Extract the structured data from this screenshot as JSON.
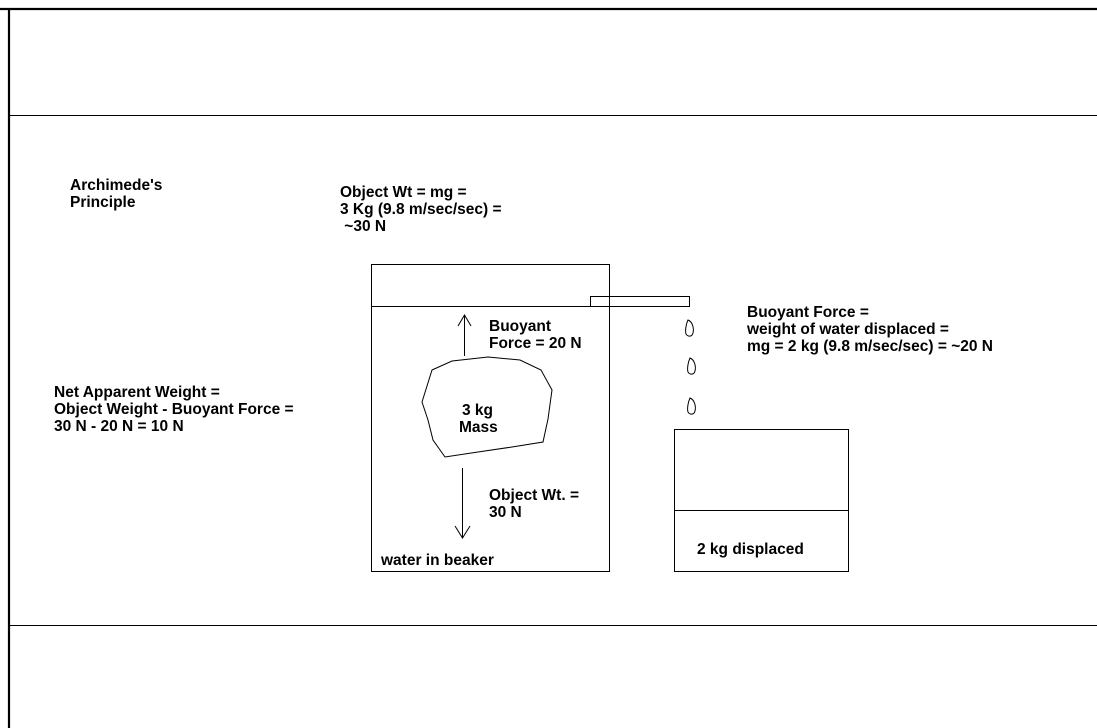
{
  "title": [
    "Archimede's",
    "Principle"
  ],
  "object_weight_calc": [
    "Object Wt = mg =",
    "3 Kg (9.8 m/sec/sec) =",
    " ~30 N"
  ],
  "buoyant_force_arrow_label": [
    "Buoyant",
    "Force = 20 N"
  ],
  "mass_label": [
    "3 kg",
    "Mass"
  ],
  "object_wt_arrow_label": [
    "Object Wt. =",
    "30 N"
  ],
  "beaker_label": "water in beaker",
  "net_apparent_weight": [
    "Net Apparent Weight =",
    "Object Weight - Buoyant Force =",
    "30 N - 20 N = 10 N"
  ],
  "buoyant_force_formula": [
    "Buoyant Force =",
    "weight of water displaced =",
    "mg = 2 kg (9.8 m/sec/sec) = ~20 N"
  ],
  "displaced_label": "2 kg displaced"
}
